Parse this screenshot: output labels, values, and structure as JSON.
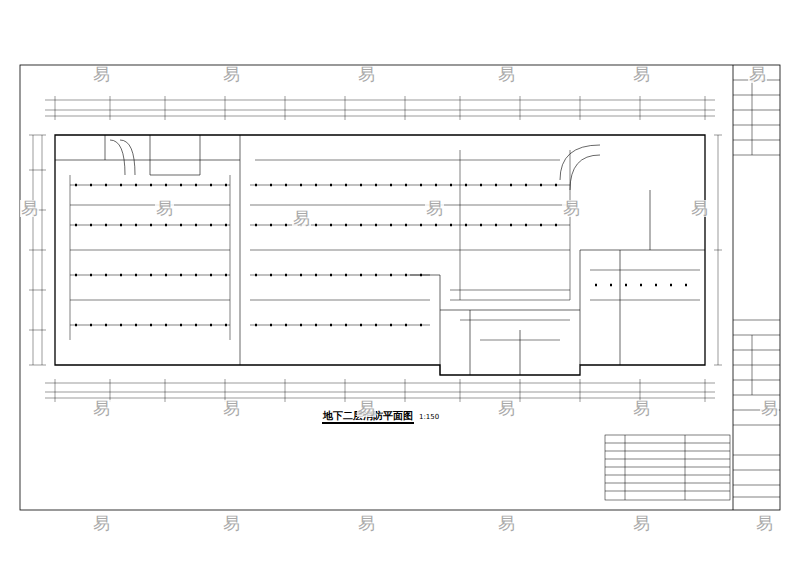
{
  "diagram": {
    "title": "地下二层消防平面图",
    "labels": [
      "1:150",
      "易",
      "易",
      "易",
      "易",
      "易",
      "易",
      "易",
      "易",
      "易",
      "易",
      "易",
      "易",
      "易",
      "易",
      "易",
      "易",
      "易",
      "易",
      "易",
      "易",
      "易",
      "易",
      "易",
      "易"
    ]
  }
}
